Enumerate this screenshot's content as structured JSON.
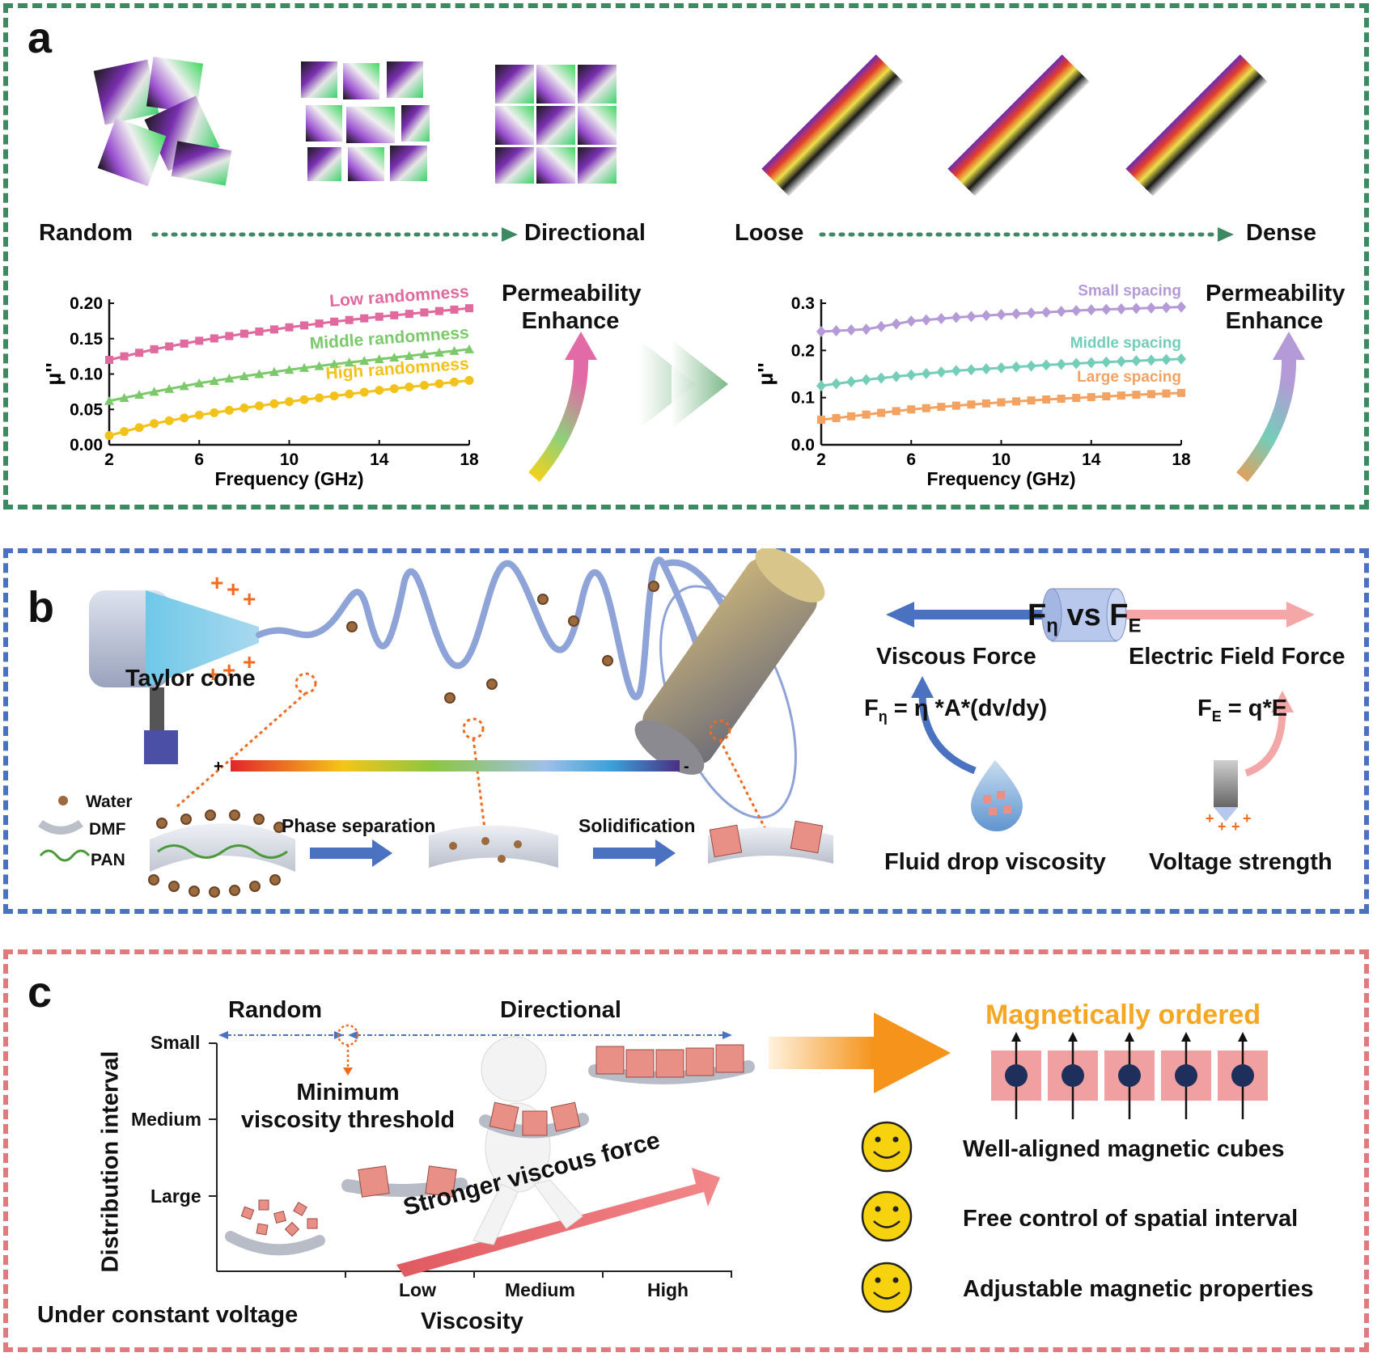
{
  "panels": {
    "a": "a",
    "b": "b",
    "c": "c"
  },
  "panel_a": {
    "axis_left": {
      "left": "Random",
      "right": "Directional"
    },
    "axis_right": {
      "left": "Loose",
      "right": "Dense"
    },
    "enhance_1": "Permeability",
    "enhance_2": "Enhance"
  },
  "panel_b": {
    "taylor_cone": "Taylor cone",
    "fvs": {
      "F": "F",
      "eta": "η",
      "vs": " vs F",
      "E": "E"
    },
    "viscous_force": "Viscous Force",
    "electric_force": "Electric Field Force",
    "formula_viscous": {
      "a": "F",
      "sub": "η",
      "b": " = η *A*(dv/dy)"
    },
    "formula_electric": {
      "a": "F",
      "sub": "E",
      "b": " = q*E"
    },
    "fluid_drop": "Fluid drop viscosity",
    "voltage": "Voltage strength",
    "legend": {
      "water": "Water",
      "dmf": "DMF",
      "pan": "PAN"
    },
    "phase_separation": "Phase separation",
    "solidification": "Solidification",
    "plus": "+",
    "minus": "-"
  },
  "panel_c": {
    "random": "Random",
    "directional": "Directional",
    "y_title": "Distribution interval",
    "y_ticks": [
      "Small",
      "Medium",
      "Large"
    ],
    "x_ticks": [
      "Low",
      "Medium",
      "High"
    ],
    "x_title": "Viscosity",
    "threshold_1": "Minimum",
    "threshold_2": "viscosity threshold",
    "stronger": "Stronger viscous force",
    "constant_voltage": "Under constant voltage",
    "magnetically_ordered": "Magnetically ordered",
    "benefits": [
      "Well-aligned magnetic cubes",
      "Free control of spatial interval",
      "Adjustable magnetic properties"
    ]
  },
  "colors": {
    "green": "#3d8a62",
    "blue": "#4a72c0",
    "red": "#e07a7f",
    "orange": "#f5a623"
  },
  "chart_data": [
    {
      "type": "line",
      "title": "",
      "xlabel": "Frequency (GHz)",
      "ylabel": "μ''",
      "xlim": [
        2,
        18
      ],
      "ylim": [
        0,
        0.2
      ],
      "x_ticks": [
        2,
        6,
        10,
        14,
        18
      ],
      "y_ticks": [
        "0.00",
        "0.05",
        "0.10",
        "0.15",
        "0.20"
      ],
      "series": [
        {
          "name": "Low randomness",
          "color": "#e0699d",
          "marker": "square",
          "x": [
            2,
            4,
            6,
            8,
            10,
            12,
            14,
            16,
            18
          ],
          "values": [
            0.12,
            0.135,
            0.147,
            0.157,
            0.166,
            0.174,
            0.181,
            0.187,
            0.193
          ]
        },
        {
          "name": "Middle randomness",
          "color": "#7cc96b",
          "marker": "triangle",
          "x": [
            2,
            4,
            6,
            8,
            10,
            12,
            14,
            16,
            18
          ],
          "values": [
            0.062,
            0.075,
            0.087,
            0.097,
            0.106,
            0.114,
            0.121,
            0.128,
            0.135
          ]
        },
        {
          "name": "High randomness",
          "color": "#f2c21b",
          "marker": "circle",
          "x": [
            2,
            4,
            6,
            8,
            10,
            12,
            14,
            16,
            18
          ],
          "values": [
            0.013,
            0.03,
            0.042,
            0.052,
            0.061,
            0.069,
            0.077,
            0.084,
            0.091
          ]
        }
      ]
    },
    {
      "type": "line",
      "title": "",
      "xlabel": "Frequency (GHz)",
      "ylabel": "μ''",
      "xlim": [
        2,
        18
      ],
      "ylim": [
        0,
        0.3
      ],
      "x_ticks": [
        2,
        6,
        10,
        14,
        18
      ],
      "y_ticks": [
        "0.0",
        "0.1",
        "0.2",
        "0.3"
      ],
      "series": [
        {
          "name": "Small spacing",
          "color": "#b49ad6",
          "marker": "diamond",
          "x": [
            2,
            4,
            6,
            8,
            10,
            12,
            14,
            16,
            18
          ],
          "values": [
            0.24,
            0.245,
            0.262,
            0.27,
            0.276,
            0.281,
            0.286,
            0.289,
            0.292
          ]
        },
        {
          "name": "Middle spacing",
          "color": "#74cdb9",
          "marker": "diamond",
          "x": [
            2,
            4,
            6,
            8,
            10,
            12,
            14,
            16,
            18
          ],
          "values": [
            0.125,
            0.138,
            0.148,
            0.157,
            0.163,
            0.169,
            0.174,
            0.178,
            0.182
          ]
        },
        {
          "name": "Large spacing",
          "color": "#f3a262",
          "marker": "square",
          "x": [
            2,
            4,
            6,
            8,
            10,
            12,
            14,
            16,
            18
          ],
          "values": [
            0.053,
            0.064,
            0.075,
            0.083,
            0.09,
            0.096,
            0.101,
            0.106,
            0.11
          ]
        }
      ]
    }
  ]
}
